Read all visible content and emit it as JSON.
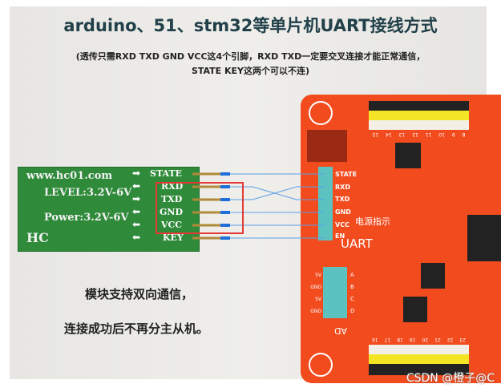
{
  "title": "arduino、51、stm32等单片机UART接线方式",
  "subtitle_line1": "(透传只需RXD TXD GND VCC这4个引脚，RXD TXD一定要交叉连接才能正常通信，",
  "subtitle_line2": "STATE KEY这两个可以不连)",
  "module": {
    "website": "www.hc01.com",
    "level": "LEVEL:3.2V-6V",
    "power": "Power:3.2V-6V",
    "logo": "HC",
    "pins": [
      "STATE",
      "RXD",
      "TXD",
      "GND",
      "VCC",
      "KEY"
    ]
  },
  "board": {
    "uart_pins": [
      "STATE",
      "RXD",
      "TXD",
      "GND",
      "VCC",
      "EN"
    ],
    "uart_label": "UART",
    "power_indicator": "电源指示",
    "ad_label": "AD",
    "ad_left": [
      "5V",
      "GND",
      "5V",
      "GND"
    ],
    "ad_right": [
      "A",
      "B",
      "C",
      "D"
    ],
    "top_numbers": [
      "15",
      "14",
      "13",
      "12",
      "11",
      "10",
      "9",
      "8"
    ],
    "bottom_numbers": [
      "16",
      "17",
      "18",
      "19",
      "20",
      "21",
      "22",
      "23"
    ]
  },
  "bottom_text_1": "模块支持双向通信，",
  "bottom_text_2": "连接成功后不再分主从机。",
  "watermark": "CSDN @橙子@C",
  "colors": {
    "module": "#2f8a3a",
    "board": "#f24b1e",
    "wire": "#4a90e2",
    "highlight": "#e53935"
  }
}
